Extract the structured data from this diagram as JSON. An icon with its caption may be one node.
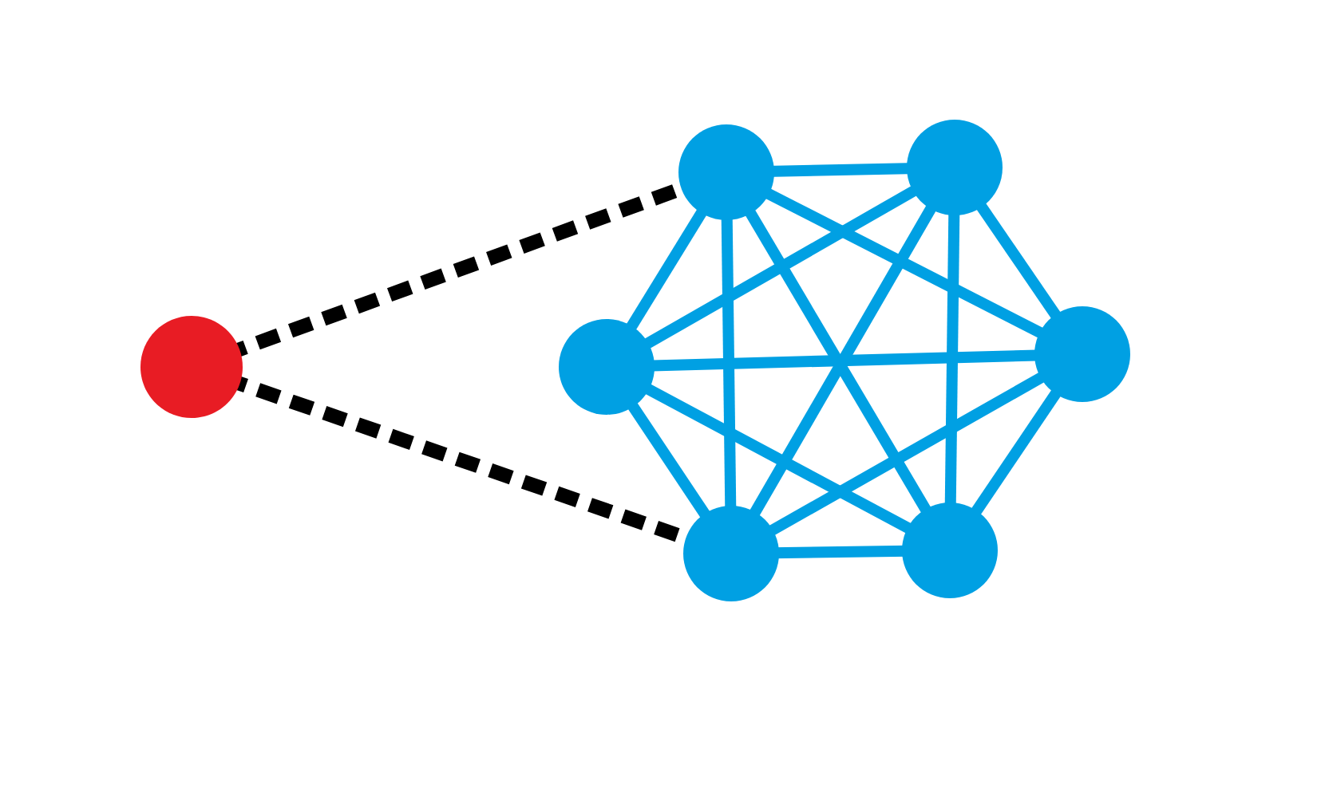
{
  "diagram": {
    "nodes": [
      {
        "text": [],
        "shape": "circle"
      },
      {
        "text": [],
        "shape": "circle"
      },
      {
        "text": [],
        "shape": "circle"
      },
      {
        "text": [],
        "shape": "circle"
      },
      {
        "text": [],
        "shape": "circle"
      },
      {
        "text": [],
        "shape": "circle"
      },
      {
        "text": [],
        "shape": "circle"
      }
    ],
    "edges": [
      {
        "from": 0,
        "to": 2,
        "arrow": "none",
        "style": "dashed",
        "color": "#000000"
      },
      {
        "from": 0,
        "to": 3,
        "arrow": "none",
        "style": "dashed",
        "color": "#000000"
      },
      {
        "from": 1,
        "to": 2,
        "arrow": "none"
      },
      {
        "from": 1,
        "to": 3,
        "arrow": "none"
      },
      {
        "from": 1,
        "to": 4,
        "arrow": "none"
      },
      {
        "from": 1,
        "to": 5,
        "arrow": "none"
      },
      {
        "from": 1,
        "to": 6,
        "arrow": "none"
      },
      {
        "from": 2,
        "to": 3,
        "arrow": "none"
      },
      {
        "from": 2,
        "to": 4,
        "arrow": "none"
      },
      {
        "from": 2,
        "to": 5,
        "arrow": "none"
      },
      {
        "from": 2,
        "to": 6,
        "arrow": "none"
      },
      {
        "from": 3,
        "to": 4,
        "arrow": "none"
      },
      {
        "from": 3,
        "to": 5,
        "arrow": "none"
      },
      {
        "from": 3,
        "to": 6,
        "arrow": "none"
      },
      {
        "from": 4,
        "to": 5,
        "arrow": "none"
      },
      {
        "from": 4,
        "to": 6,
        "arrow": "none"
      },
      {
        "from": 5,
        "to": 6,
        "arrow": "none"
      }
    ]
  }
}
